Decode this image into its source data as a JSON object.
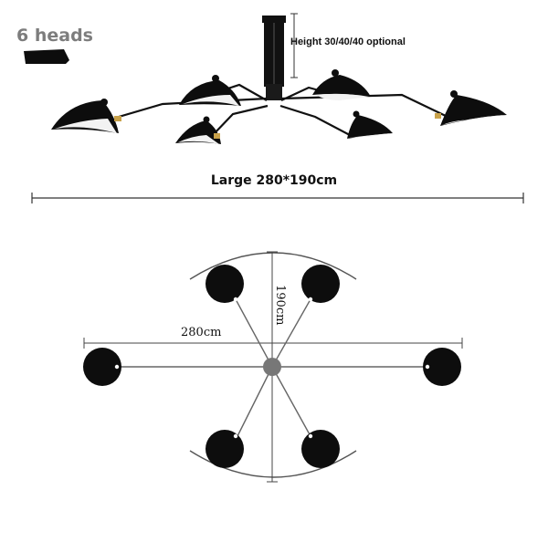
{
  "product": {
    "heads_label": "6 heads",
    "height_label": "Height 30/40/40 optional",
    "size_label": "Large 280*190cm",
    "width_dimension": "280cm",
    "height_dimension": "190cm"
  },
  "colors": {
    "shade": "#0d0d0d",
    "shade_inner": "#f4f4f4",
    "arm": "#111111",
    "brass": "#c9a24a",
    "dimension_line": "#333333",
    "hub": "#777777"
  }
}
